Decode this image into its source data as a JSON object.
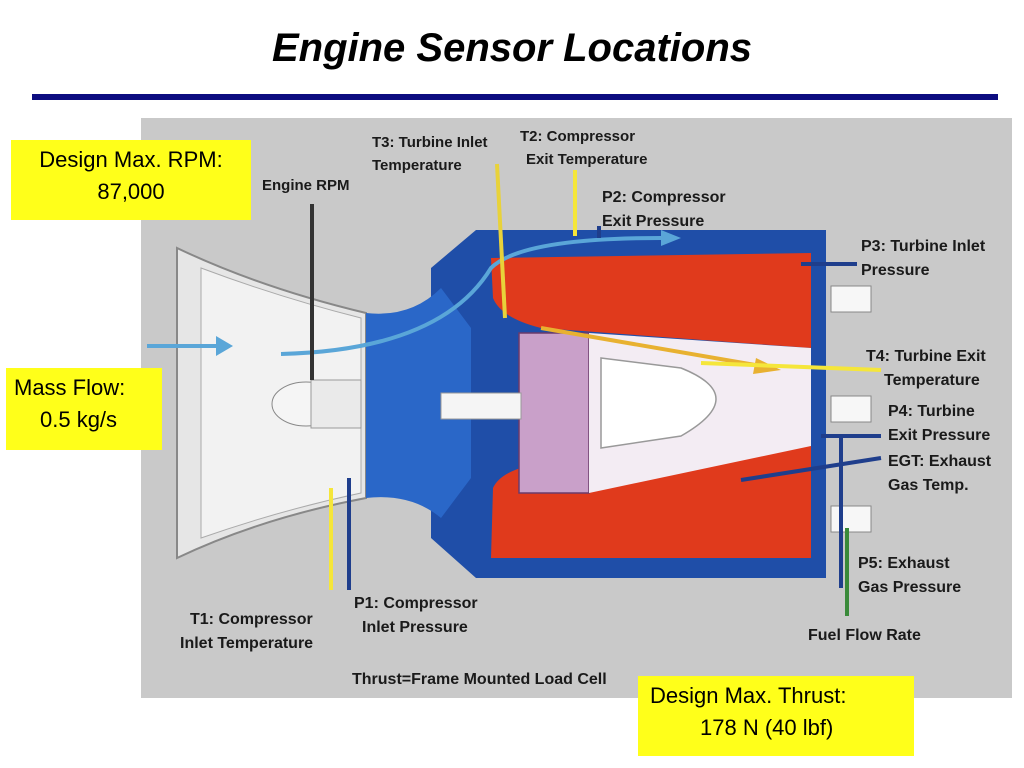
{
  "title": "Engine Sensor Locations",
  "callouts": {
    "rpm": {
      "line1": "Design Max. RPM:",
      "line2": "87,000"
    },
    "mass_flow": {
      "line1": "Mass Flow:",
      "line2": "0.5 kg/s"
    },
    "thrust": {
      "line1": "Design Max. Thrust:",
      "line2": "178 N (40 lbf)"
    }
  },
  "sensors": {
    "engine_rpm": "Engine RPM",
    "t3": {
      "line1": "T3: Turbine Inlet",
      "line2": "Temperature"
    },
    "t2": {
      "line1": "T2: Compressor",
      "line2": "Exit Temperature"
    },
    "p2": {
      "line1": "P2: Compressor",
      "line2": "Exit Pressure"
    },
    "p3": {
      "line1": "P3: Turbine Inlet",
      "line2": "Pressure"
    },
    "t4": {
      "line1": "T4: Turbine Exit",
      "line2": "Temperature"
    },
    "p4": {
      "line1": "P4: Turbine",
      "line2": "Exit Pressure"
    },
    "egt": {
      "line1": "EGT: Exhaust",
      "line2": "Gas Temp."
    },
    "p5": {
      "line1": "P5: Exhaust",
      "line2": "Gas Pressure"
    },
    "fuel_flow": "Fuel Flow Rate",
    "t1": {
      "line1": "T1: Compressor",
      "line2": "Inlet Temperature"
    },
    "p1": {
      "line1": "P1: Compressor",
      "line2": "Inlet Pressure"
    },
    "thrust_cell": "Thrust=Frame Mounted Load Cell"
  },
  "colors": {
    "title_rule": "#0d0d80",
    "callout_bg": "#ffff1a",
    "compressor_blue": "#2a67c8",
    "combustor_red": "#e03a1c",
    "flow_arrow": "#5aa6d8",
    "temp_probe": "#f5e63a",
    "pressure_probe": "#1f3e8c"
  }
}
